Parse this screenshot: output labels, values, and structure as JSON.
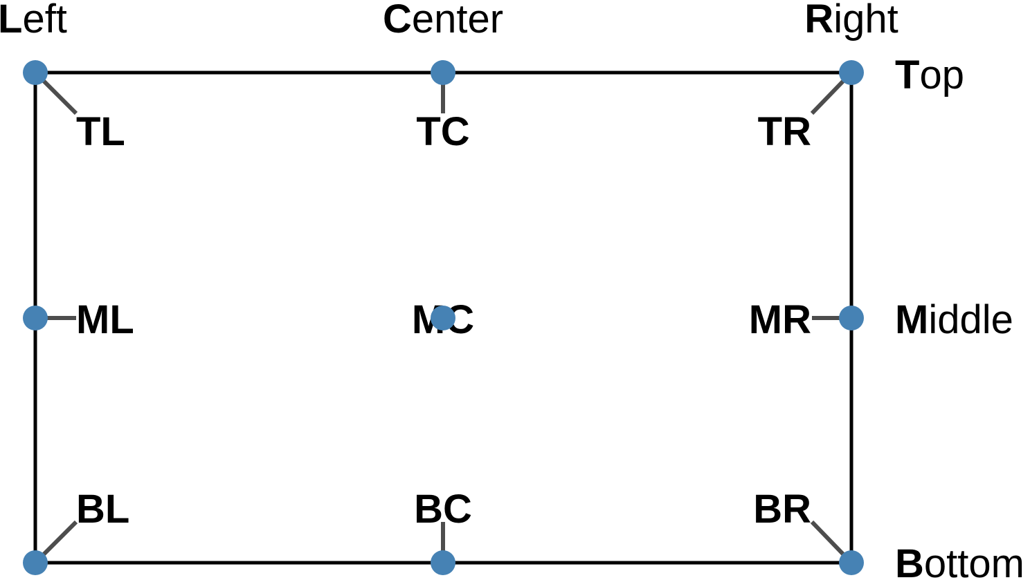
{
  "colors": {
    "point": "#4682b4",
    "leader": "#4d4d4d",
    "frame": "#000000",
    "text": "#000000"
  },
  "columns": [
    {
      "initial": "L",
      "rest": "eft"
    },
    {
      "initial": "C",
      "rest": "enter"
    },
    {
      "initial": "R",
      "rest": "ight"
    }
  ],
  "rows": [
    {
      "initial": "T",
      "rest": "op"
    },
    {
      "initial": "M",
      "rest": "iddle"
    },
    {
      "initial": "B",
      "rest": "ottom"
    }
  ],
  "points": [
    {
      "code": "TL"
    },
    {
      "code": "TC"
    },
    {
      "code": "TR"
    },
    {
      "code": "ML"
    },
    {
      "code": "MC"
    },
    {
      "code": "MR"
    },
    {
      "code": "BL"
    },
    {
      "code": "BC"
    },
    {
      "code": "BR"
    }
  ]
}
